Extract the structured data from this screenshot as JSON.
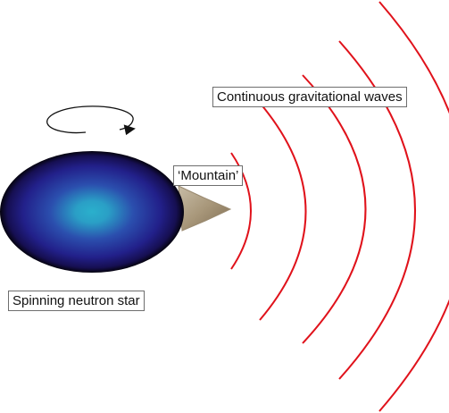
{
  "labels": {
    "waves": "Continuous gravitational waves",
    "mountain": "‘Mountain’",
    "star": "Spinning neutron star"
  },
  "colors": {
    "wave": "#e0121b",
    "star_core": "#2ab0cc",
    "star_mid": "#2b3a9c",
    "star_edge": "#1c1160",
    "mountain_light": "#b8ab93",
    "mountain_dark": "#8c7a5e",
    "rotation_arrow": "#111111"
  },
  "icons": {
    "rotation": "circular-rotation-arrow-icon"
  }
}
